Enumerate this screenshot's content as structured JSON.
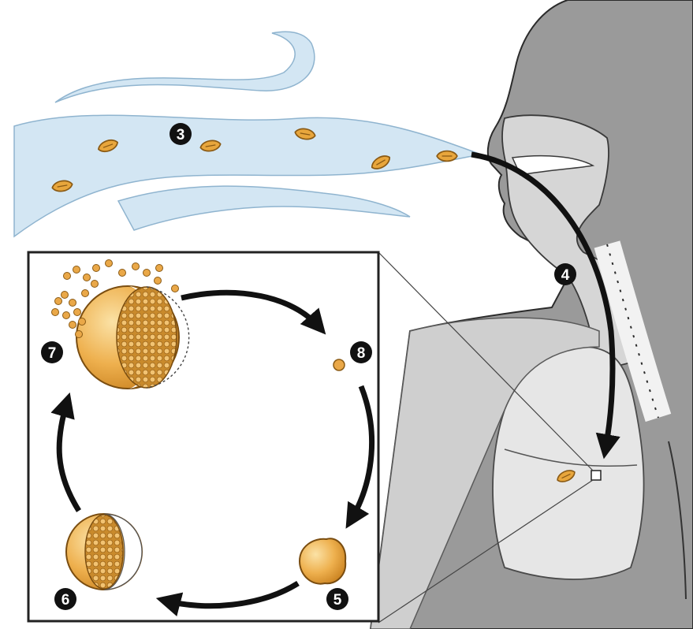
{
  "diagram": {
    "step_labels": {
      "s3": "3",
      "s4": "4",
      "s5": "5",
      "s6": "6",
      "s7": "7",
      "s8": "8"
    },
    "colors": {
      "airflow": "#d3e6f3",
      "airflow_edge": "#8fb4cf",
      "silhouette": "#9a9a9a",
      "silhouette_light": "#c8c8c8",
      "lung_light": "#e4e4e4",
      "spore_fill": "#e8a63c",
      "spore_light": "#f6cf7c",
      "arrow": "#111111",
      "badge": "#111111"
    },
    "icons": [
      "spore-icon",
      "spherule-icon",
      "endospore-icon",
      "arrow-icon"
    ]
  }
}
